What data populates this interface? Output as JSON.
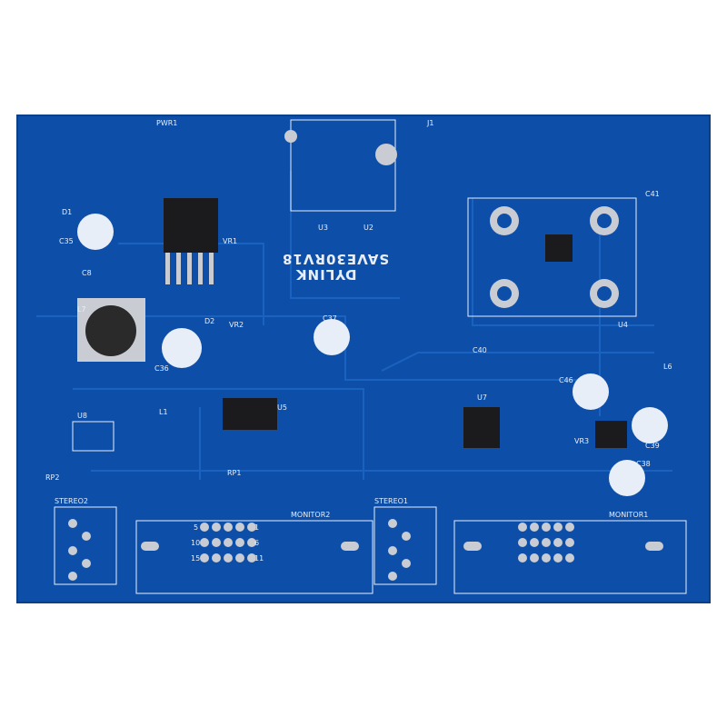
{
  "board": {
    "colors": {
      "solder_mask": "#0d4fa8",
      "trace": "#1a62c0",
      "silkscreen": "#e8eef8",
      "pad": "#c9ccd2",
      "chip": "#1b1b1e"
    },
    "brand": "DYLINK",
    "model": "SAVE30RV18",
    "labels": {
      "pwr": "PWR1",
      "j1": "J1",
      "vr1": "VR1",
      "vr2": "VR2",
      "vr3": "VR3",
      "u4": "U4",
      "u5": "U5",
      "u7": "U7",
      "u8": "U8",
      "u2": "U2",
      "u3": "U3",
      "l7": "L7",
      "l6": "L6",
      "l1": "L1",
      "d1": "D1",
      "d2": "D2",
      "c35": "C35",
      "c36": "C36",
      "c37": "C37",
      "c38": "C38",
      "c39": "C39",
      "c46": "C46",
      "c40": "C40",
      "c41": "C41",
      "c8": "C8",
      "stereo1": "STEREO1",
      "stereo2": "STEREO2",
      "monitor1": "MONITOR1",
      "monitor2": "MONITOR2",
      "rp1": "RP1",
      "rp2": "RP2"
    },
    "connector_pins": [
      "5",
      "1",
      "10",
      "6",
      "15",
      "11"
    ]
  }
}
